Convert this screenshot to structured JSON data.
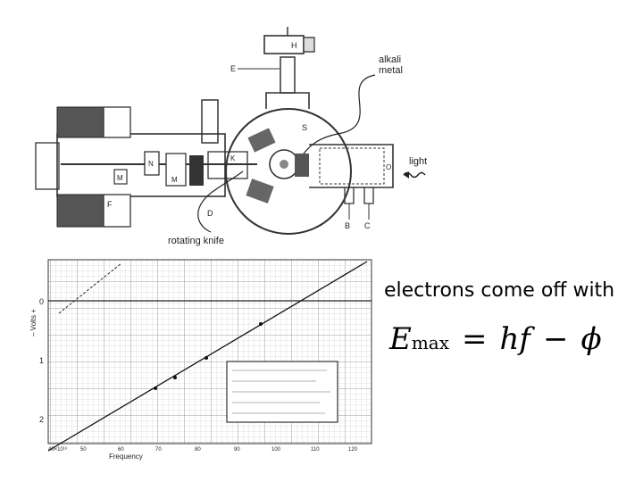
{
  "apparatus": {
    "label_alkali": "alkali",
    "label_metal": "metal",
    "label_light": "light",
    "label_knife": "rotating knife",
    "parts": {
      "H": "H",
      "E": "E",
      "S": "S",
      "O": "O",
      "B": "B",
      "C": "C",
      "D": "D",
      "F": "F",
      "M": "M",
      "N": "N",
      "K": "K"
    }
  },
  "graph": {
    "y_axis_label": "– Volts +",
    "x_axis_label": "Frequency",
    "y_ticks": [
      "0",
      "1",
      "2"
    ],
    "x_ticks": [
      "40×10¹³",
      "50",
      "60",
      "70",
      "80",
      "90",
      "100",
      "110",
      "120"
    ]
  },
  "caption": "electrons come off with",
  "equation": {
    "lhs": "E",
    "sub": "max",
    "eq": "=",
    "h": "h",
    "f": "f",
    "minus": "−",
    "phi": "ϕ"
  }
}
